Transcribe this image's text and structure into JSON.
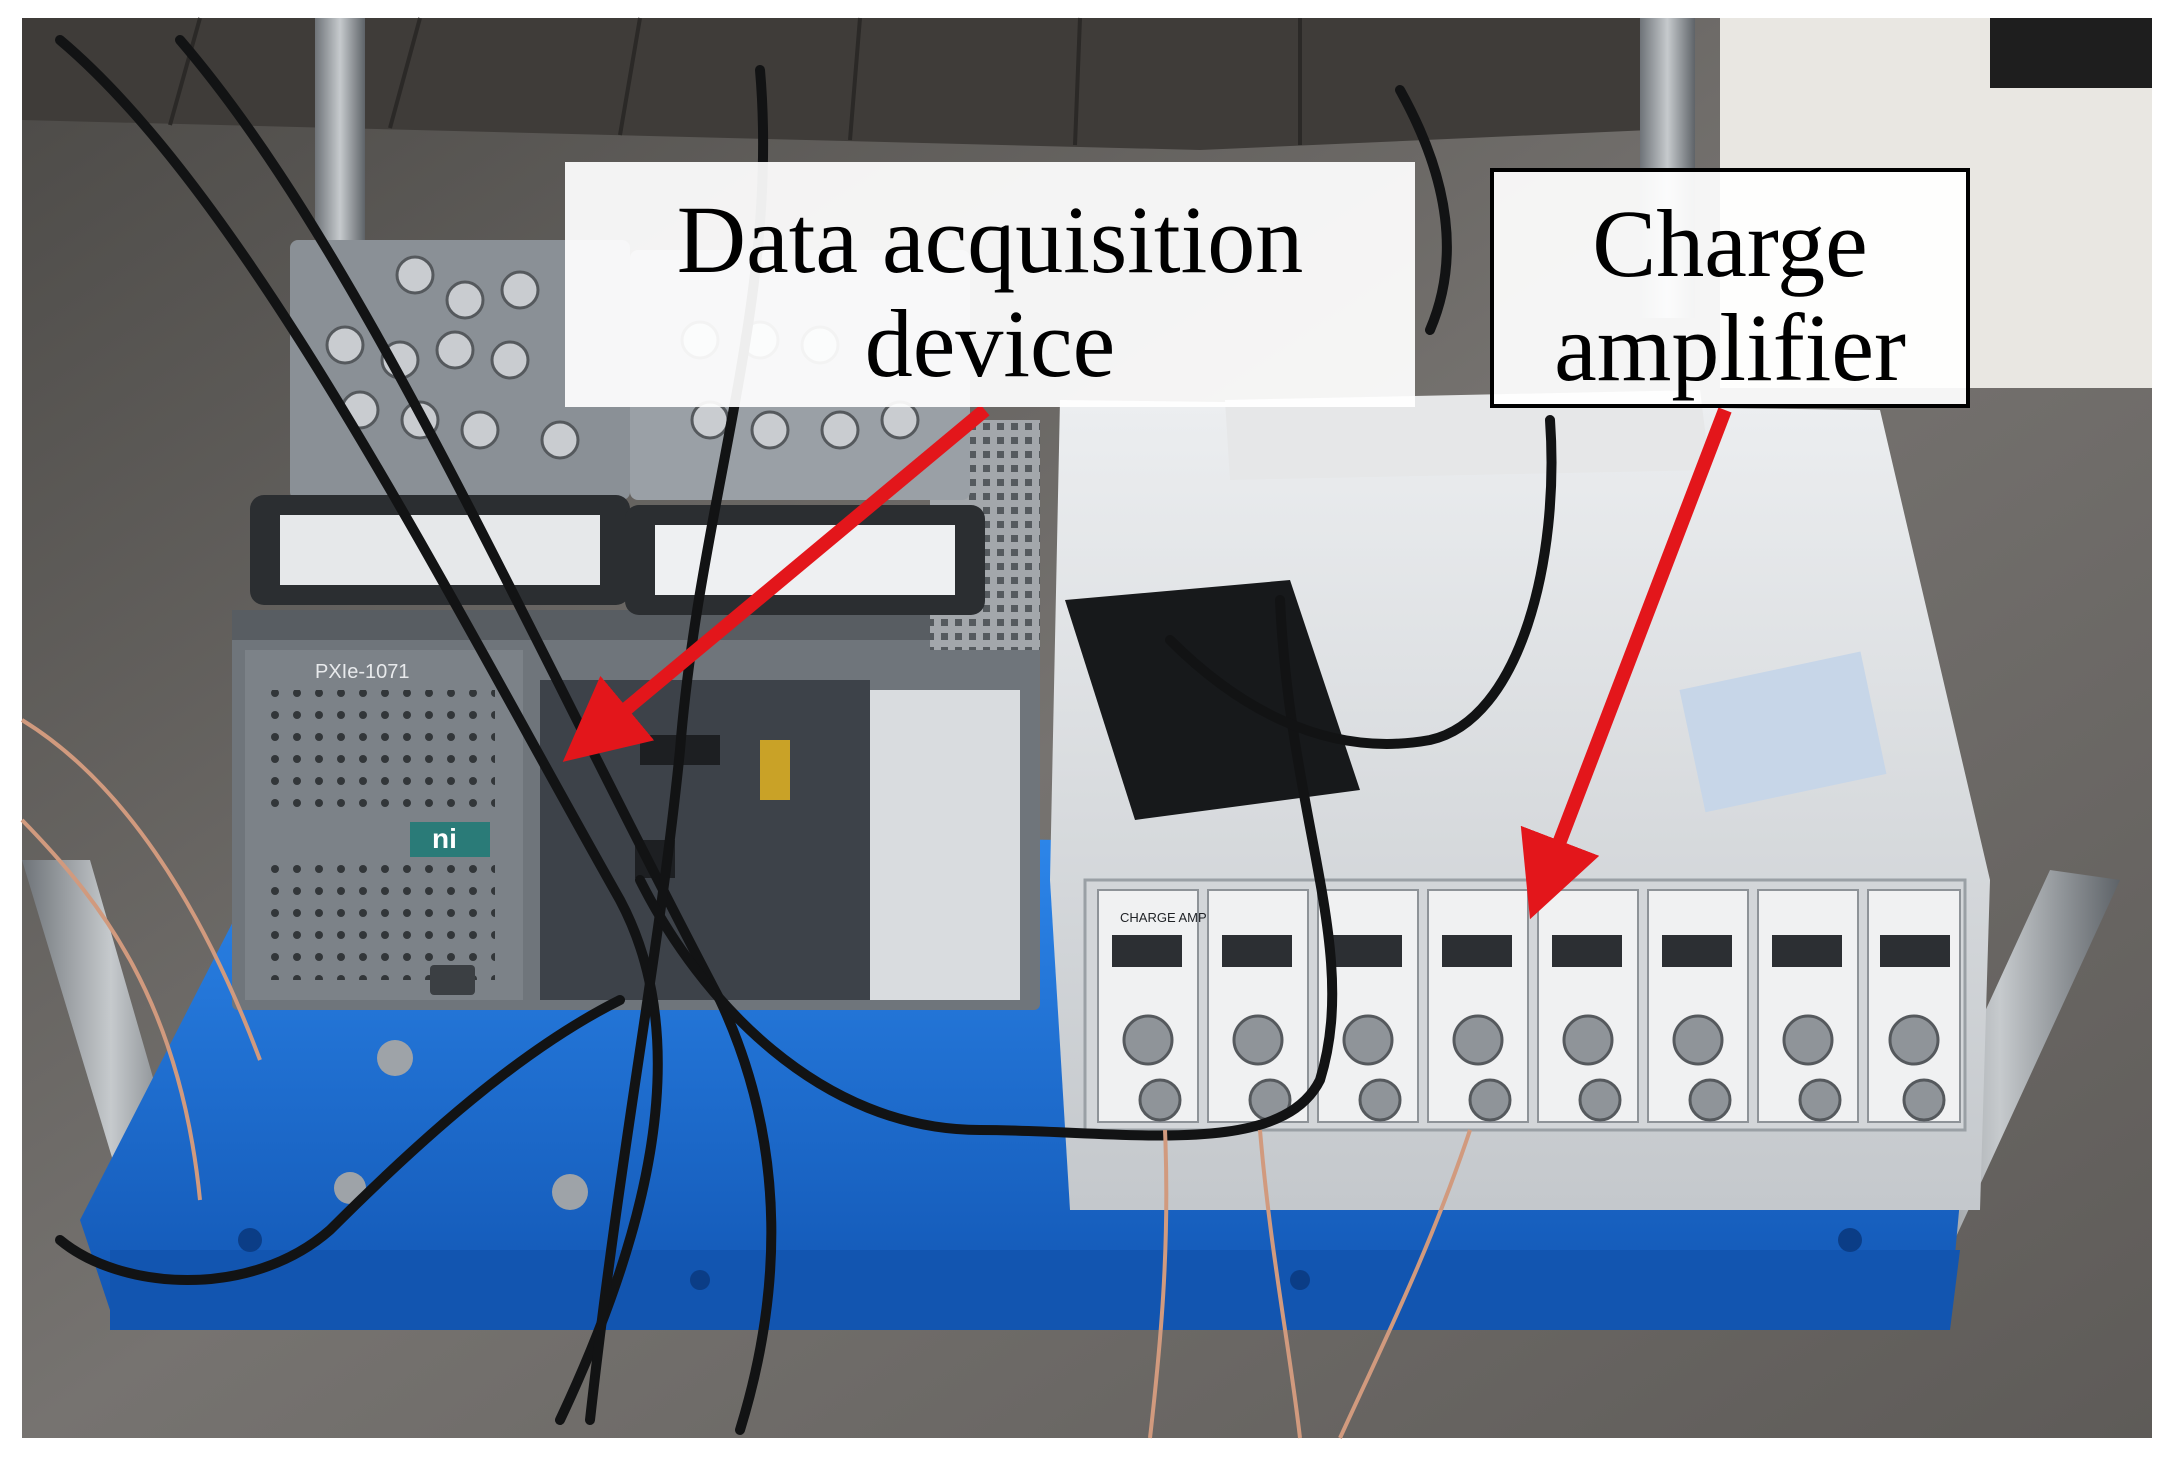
{
  "labels": {
    "daq_line1": "Data acquisition",
    "daq_line2": "device",
    "amp_line1": "Charge",
    "amp_line2": "amplifier"
  },
  "device_markings": {
    "chassis_model": "PXIe-1071",
    "module_label": "CHARGE AMP",
    "brand_mark": "ni"
  },
  "amplifier_channel_count": 8,
  "colors": {
    "arrow": "#e3161b",
    "cart": "#1a6fd6",
    "chassis": "#7f858c",
    "amplifier": "#d6d9dc",
    "floor": "#6d6a66"
  }
}
